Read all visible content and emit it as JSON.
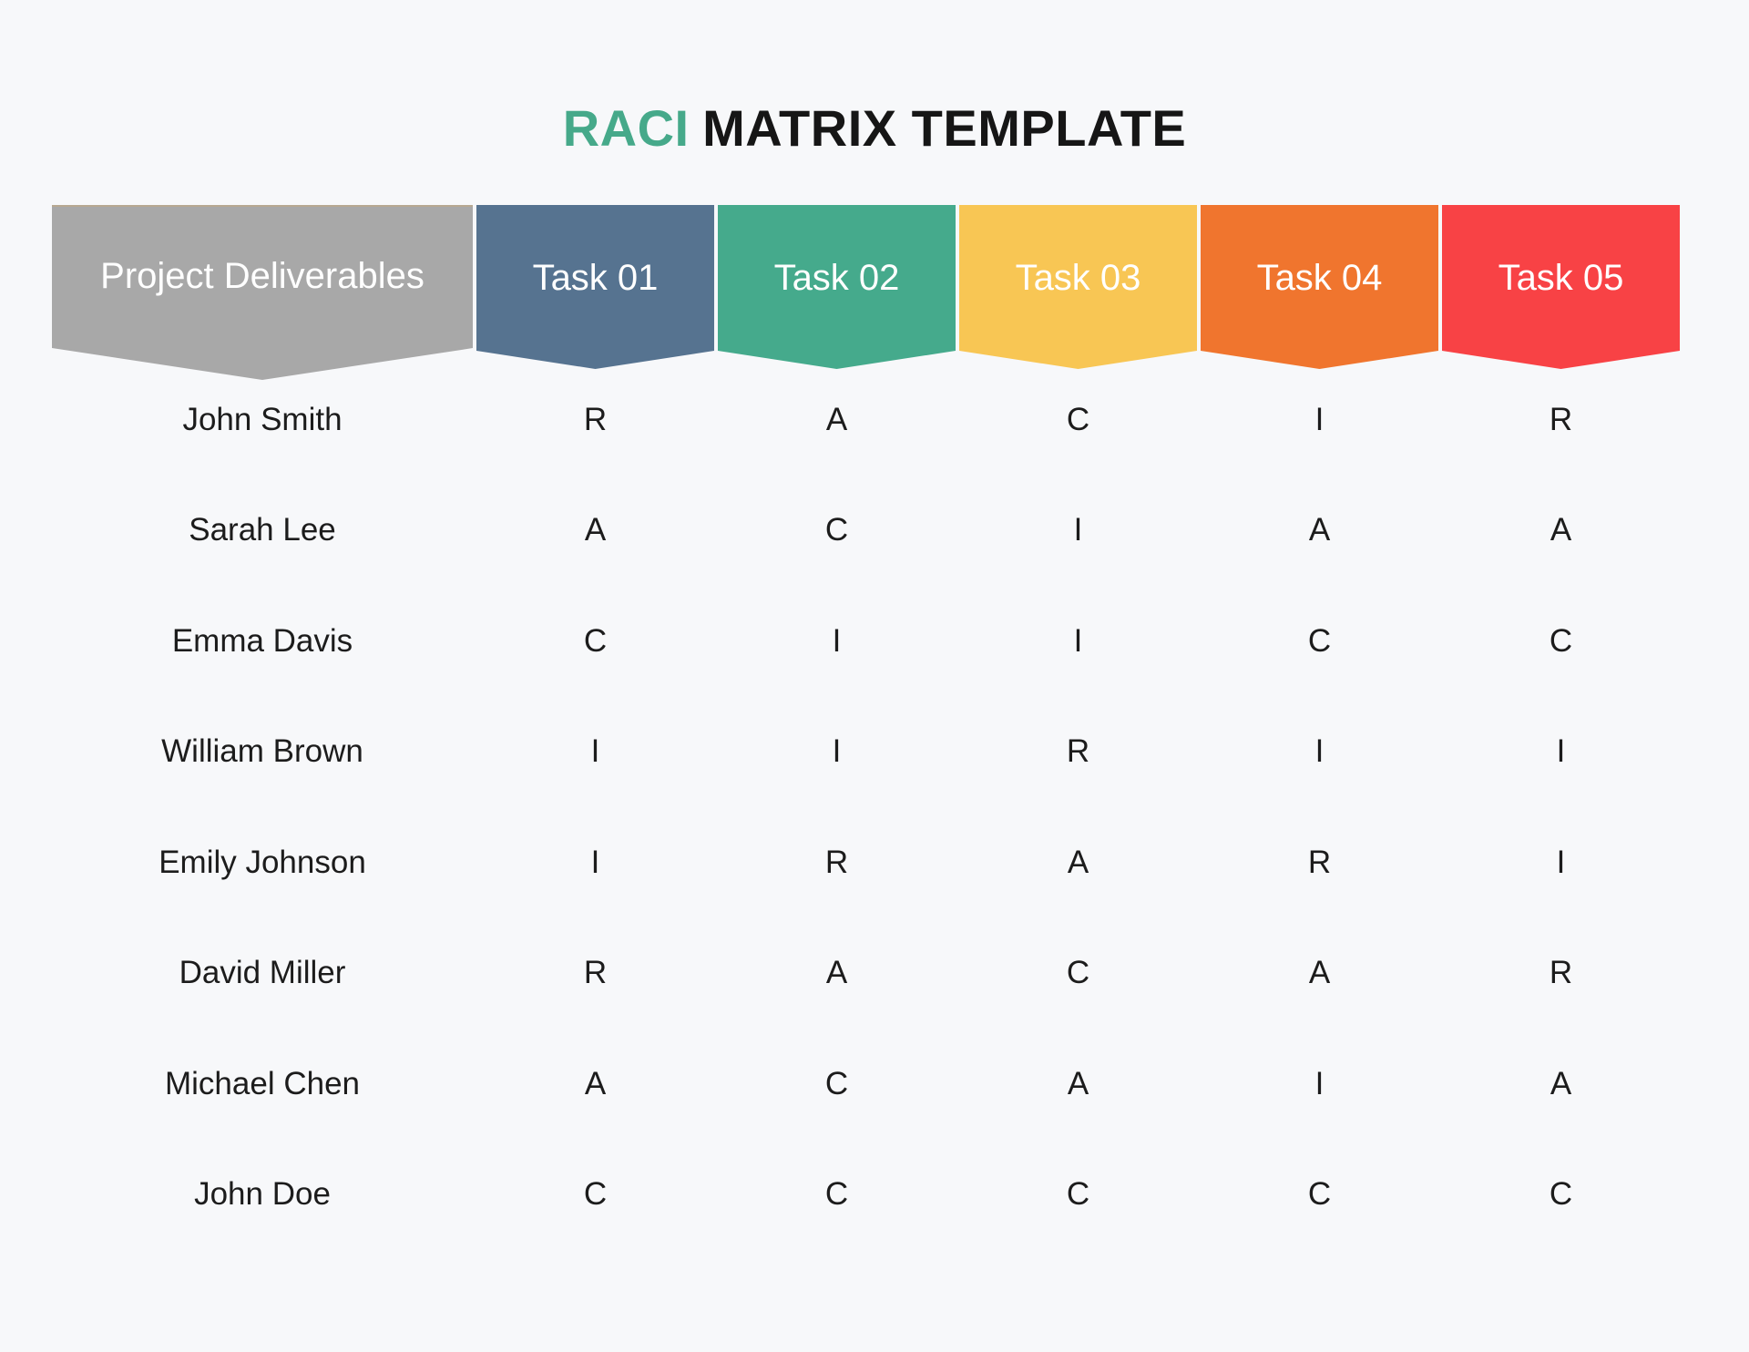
{
  "title": {
    "accent": "RACI",
    "rest": "MATRIX TEMPLATE"
  },
  "colors": {
    "background": "#f7f8fa",
    "title_accent": "#46a98a",
    "title_text": "#161616",
    "cell_text": "#1c1c1c",
    "banner_text": "#ffffff",
    "header_project": "#a8a8a8",
    "task01": "#567390",
    "task02": "#45aa8c",
    "task03": "#f8c654",
    "task04": "#f0752e",
    "task05": "#f84245"
  },
  "table": {
    "header": [
      {
        "label": "Project Deliverables",
        "color": "#a8a8a8"
      },
      {
        "label": "Task 01",
        "color": "#567390"
      },
      {
        "label": "Task 02",
        "color": "#45aa8c"
      },
      {
        "label": "Task 03",
        "color": "#f8c654"
      },
      {
        "label": "Task 04",
        "color": "#f0752e"
      },
      {
        "label": "Task 05",
        "color": "#f84245"
      }
    ],
    "rows": [
      {
        "name": "John Smith",
        "values": [
          "R",
          "A",
          "C",
          "I",
          "R"
        ]
      },
      {
        "name": "Sarah Lee",
        "values": [
          "A",
          "C",
          "I",
          "A",
          "A"
        ]
      },
      {
        "name": "Emma Davis",
        "values": [
          "C",
          "I",
          "I",
          "C",
          "C"
        ]
      },
      {
        "name": "William Brown",
        "values": [
          "I",
          "I",
          "R",
          "I",
          "I"
        ]
      },
      {
        "name": "Emily Johnson",
        "values": [
          "I",
          "R",
          "A",
          "R",
          "I"
        ]
      },
      {
        "name": "David Miller",
        "values": [
          "R",
          "A",
          "C",
          "A",
          "R"
        ]
      },
      {
        "name": "Michael Chen",
        "values": [
          "A",
          "C",
          "A",
          "I",
          "A"
        ]
      },
      {
        "name": "John Doe",
        "values": [
          "C",
          "C",
          "C",
          "C",
          "C"
        ]
      }
    ]
  }
}
